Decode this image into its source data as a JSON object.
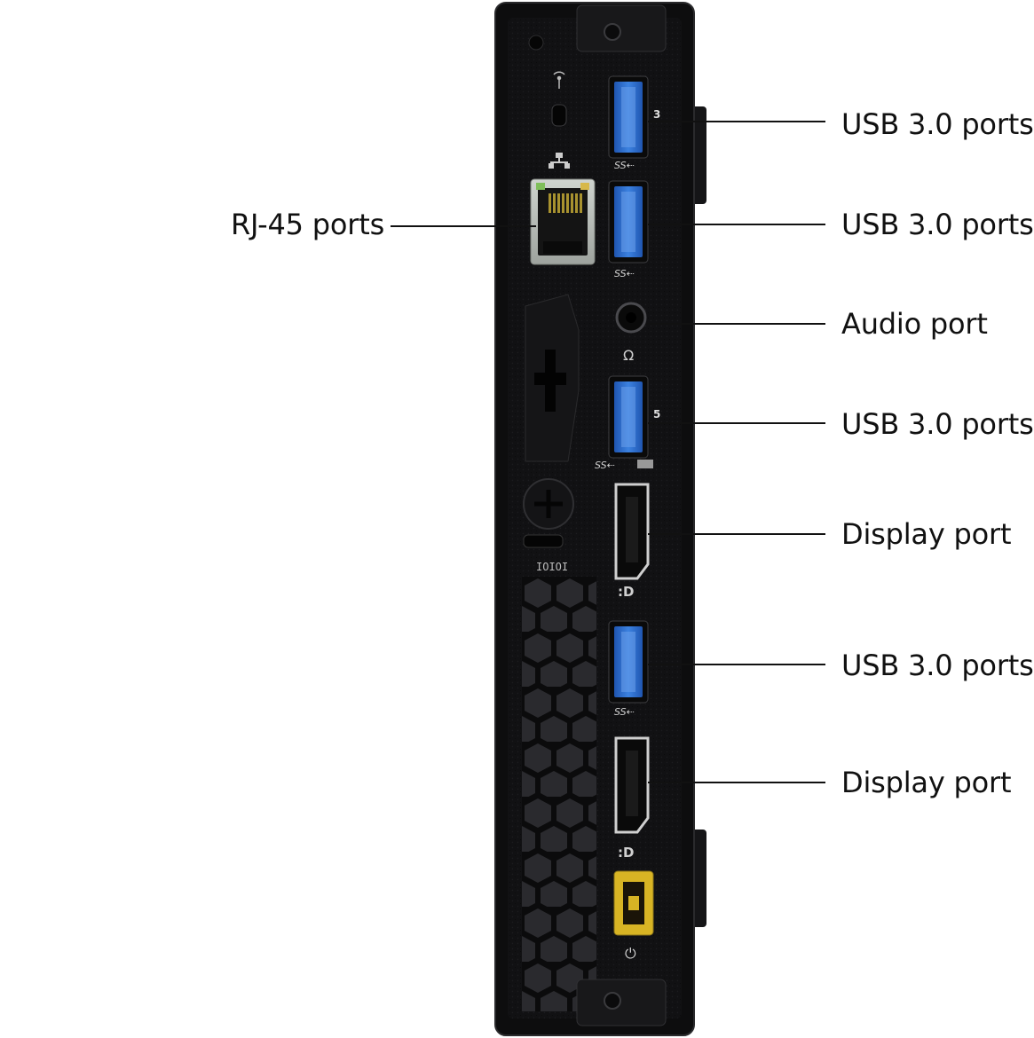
{
  "device": {
    "body_color": "#0d0d0e",
    "usb_color": "#2f6fcf",
    "power_color": "#d8b424",
    "port_numbers": [
      "3",
      "5"
    ]
  },
  "callouts": {
    "rj45": "RJ-45 ports",
    "usb_1": "USB 3.0 ports",
    "usb_2": "USB 3.0 ports",
    "audio": "Audio port",
    "usb_3": "USB 3.0 ports",
    "display_1": "Display port",
    "usb_4": "USB 3.0 ports",
    "display_2": "Display port"
  }
}
